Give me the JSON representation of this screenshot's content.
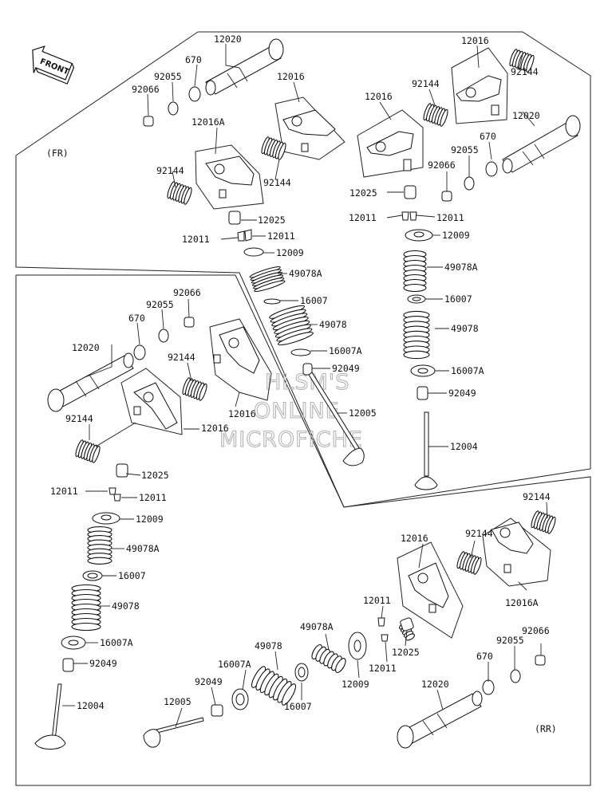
{
  "front_label": "FRONT",
  "section_labels": {
    "fr": "(FR)",
    "rr": "(RR)"
  },
  "watermark": [
    "HLSM'S",
    "ONLINE",
    "MICROFICHE"
  ],
  "part_numbers": {
    "p12020": "12020",
    "p670": "670",
    "p92055": "92055",
    "p92066": "92066",
    "p12016": "12016",
    "p12016A": "12016A",
    "p92144": "92144",
    "p12025": "12025",
    "p12011": "12011",
    "p12009": "12009",
    "p49078A": "49078A",
    "p16007": "16007",
    "p49078": "49078",
    "p16007A": "16007A",
    "p92049": "92049",
    "p12005": "12005",
    "p12004": "12004"
  }
}
